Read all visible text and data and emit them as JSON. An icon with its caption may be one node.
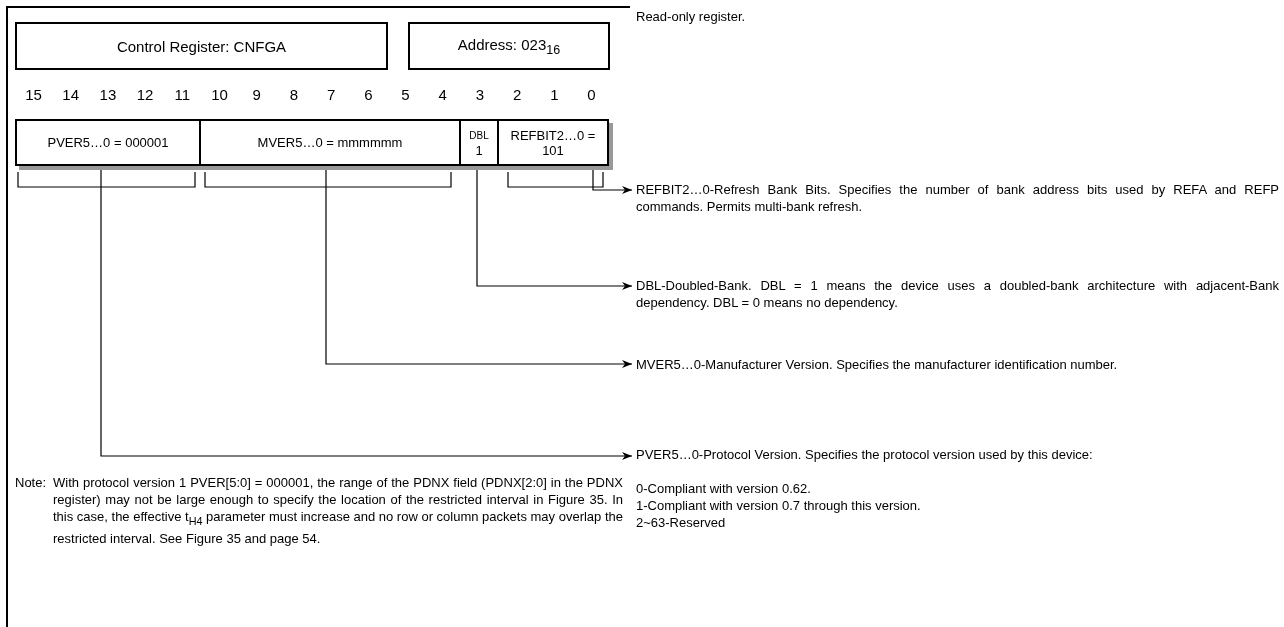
{
  "diagram": {
    "nodes": [
      {
        "text": [
          "Control Register: CNFGA"
        ]
      },
      {
        "text": [
          "Address: 023$_{16}$"
        ]
      },
      {
        "text": [
          "PVER5…0 = 000001"
        ]
      },
      {
        "text": [
          "MVER5…0 = mmmmmm"
        ]
      },
      {
        "text": [
          "DBL",
          "1"
        ]
      },
      {
        "text": [
          "REFBIT2…0 = 101"
        ]
      },
      {
        "text": [
          "REFBIT2…0-Refresh Bank Bits. Specifies the number of bank address bits used by REFA and REFP commands. Permits multi-bank refresh."
        ]
      },
      {
        "text": [
          "DBL-Doubled-Bank. DBL = 1 means the device uses a doubled-bank architecture with adjacent-Bank dependency. DBL = 0 means no dependency."
        ]
      },
      {
        "text": [
          "MVER5…0-Manufacturer Version. Specifies the manufacturer identification number."
        ]
      },
      {
        "text": [
          "PVER5…0-Protocol Version. Specifies the protocol version used by this device:",
          "0-Compliant with version 0.62.",
          "1-Compliant with version 0.7 through this version.",
          "2~63-Reserved"
        ]
      }
    ],
    "edges": [
      {
        "from": 5,
        "to": 6,
        "arrow": "to"
      },
      {
        "from": 4,
        "to": 7,
        "arrow": "to"
      },
      {
        "from": 3,
        "to": 8,
        "arrow": "to"
      },
      {
        "from": 2,
        "to": 9,
        "arrow": "to"
      }
    ],
    "labels": [
      "Read-only register.",
      "15",
      "14",
      "13",
      "12",
      "11",
      "10",
      "9",
      "8",
      "7",
      "6",
      "5",
      "4",
      "3",
      "2",
      "1",
      "0",
      "Note:",
      "With protocol version 1 PVER[5:0] = 000001, the range of the PDNX field (PDNX[2:0] in the PDNX register) may not be large enough to specify the location of the restricted interval in Figure 35. In this case, the effective t$_{H4}$ parameter must increase and no row or column packets may overlap the restricted interval. See Figure 35 and page 54."
    ]
  }
}
